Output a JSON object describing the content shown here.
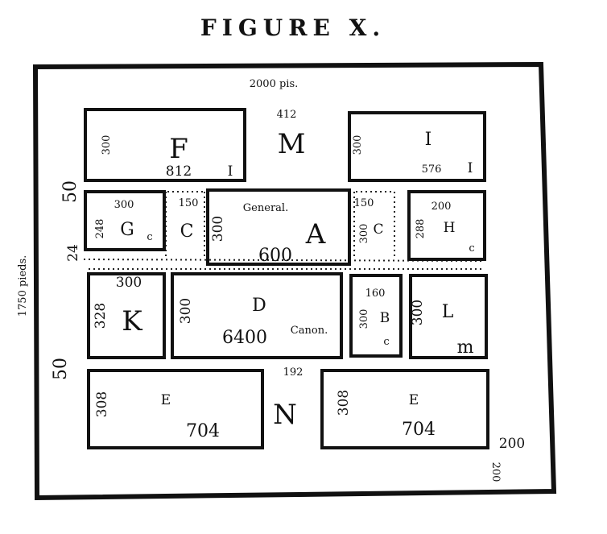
{
  "title": "FIGURE X.",
  "top_measure": "2000 pis.",
  "left_measure": "1750 pieds.",
  "side_measure_top": "50",
  "side_measure_mid": "24",
  "side_measure_bottom": "50",
  "corner_measure": "200",
  "corner_measure_vertical": "200",
  "mid_measure": "192",
  "blocks": {
    "F": {
      "letter": "F",
      "side": "300",
      "area": "812",
      "mark": "I"
    },
    "M": {
      "letter": "M",
      "top": "412"
    },
    "I": {
      "letter": "I",
      "side": "300",
      "area": "576",
      "mark": "I"
    },
    "G": {
      "letter": "G",
      "top": "300",
      "side": "248",
      "mark": "c"
    },
    "C_left": {
      "letter": "C",
      "top": "150"
    },
    "A": {
      "letter": "A",
      "label": "General.",
      "side": "300",
      "area": "600"
    },
    "C_right": {
      "letter": "C",
      "top": "150",
      "side": "300"
    },
    "H": {
      "letter": "H",
      "top": "200",
      "side": "288",
      "mark": "c"
    },
    "K": {
      "letter": "K",
      "top": "300",
      "side": "328"
    },
    "D": {
      "letter": "D",
      "side": "300",
      "area": "6400",
      "label": "Canon."
    },
    "B": {
      "letter": "B",
      "top": "160",
      "side": "300",
      "mark": "c"
    },
    "L": {
      "letter": "L",
      "side": "300",
      "mark": "m"
    },
    "E_left": {
      "letter": "E",
      "side": "308",
      "area": "704"
    },
    "N": {
      "letter": "N"
    },
    "E_right": {
      "letter": "E",
      "side": "308",
      "area": "704"
    }
  }
}
